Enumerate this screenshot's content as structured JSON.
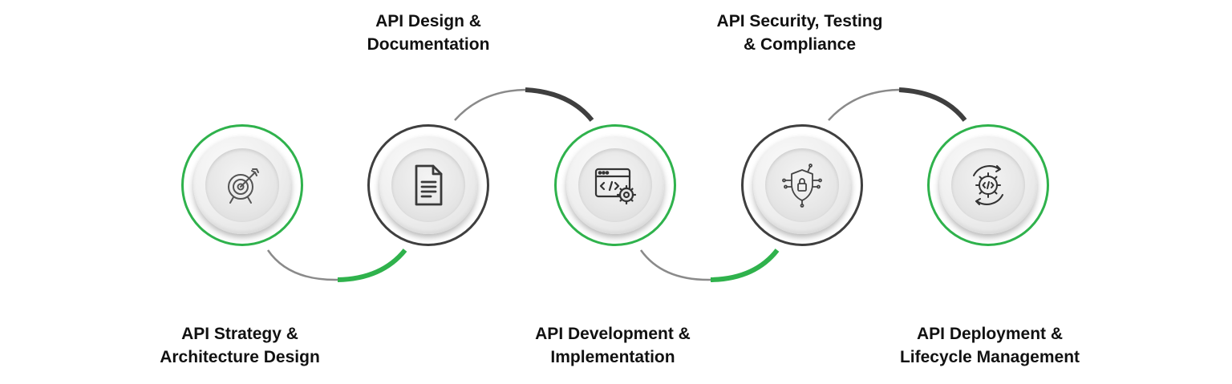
{
  "colors": {
    "accent_green": "#2fb24c",
    "dark_ring": "#3f3f3f",
    "light_arc": "#8a8a8a",
    "text": "#111111"
  },
  "steps": [
    {
      "label_lines": [
        "API Strategy &",
        "Architecture Design"
      ],
      "icon": "target-arrow-icon",
      "ring": "green"
    },
    {
      "label_lines": [
        "API Design &",
        "Documentation"
      ],
      "icon": "document-icon",
      "ring": "dark"
    },
    {
      "label_lines": [
        "API Development &",
        "Implementation"
      ],
      "icon": "code-window-gear-icon",
      "ring": "green"
    },
    {
      "label_lines": [
        "API Security, Testing",
        "& Compliance"
      ],
      "icon": "shield-lock-icon",
      "ring": "dark"
    },
    {
      "label_lines": [
        "API Deployment &",
        "Lifecycle Management"
      ],
      "icon": "code-gear-cycle-icon",
      "ring": "green"
    }
  ]
}
